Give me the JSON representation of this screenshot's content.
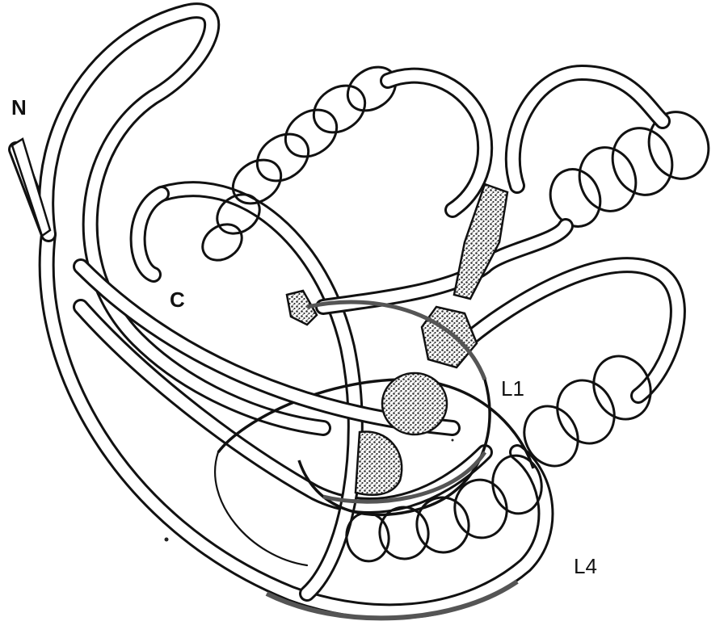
{
  "figure": {
    "labels": {
      "n_terminus": "N",
      "c_terminus": "C",
      "loop_l1": "L1",
      "loop_l4": "L4"
    },
    "colors": {
      "ink": "#111111",
      "paper": "#ffffff",
      "stipple": "#555555"
    }
  }
}
